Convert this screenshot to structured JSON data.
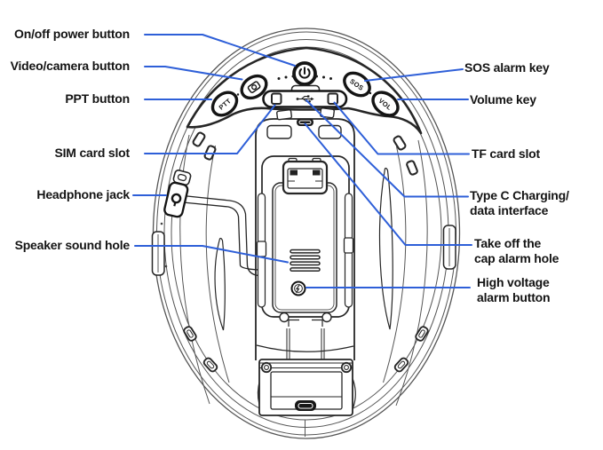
{
  "diagram": {
    "labels_left": [
      {
        "text": "On/off power button"
      },
      {
        "text": "Video/camera button"
      },
      {
        "text": "PPT button"
      },
      {
        "text": "SIM card slot"
      },
      {
        "text": "Headphone jack"
      },
      {
        "text": "Speaker sound hole"
      }
    ],
    "labels_right": [
      {
        "text": "SOS alarm key"
      },
      {
        "text": "Volume key"
      },
      {
        "text": "TF card slot"
      },
      {
        "text": "Type C Charging/\ndata interface"
      },
      {
        "text": "Take off the\ncap alarm hole"
      },
      {
        "text": "High voltage\nalarm button"
      }
    ],
    "button_markings": {
      "ptt": "PTT",
      "sos": "SOS",
      "vol": "VOL"
    },
    "colors": {
      "leader_line": "#2e5fd8",
      "line_art": "#262626",
      "label_text": "#141414",
      "background": "#ffffff",
      "dark_fill": "#1b1b1b"
    }
  }
}
